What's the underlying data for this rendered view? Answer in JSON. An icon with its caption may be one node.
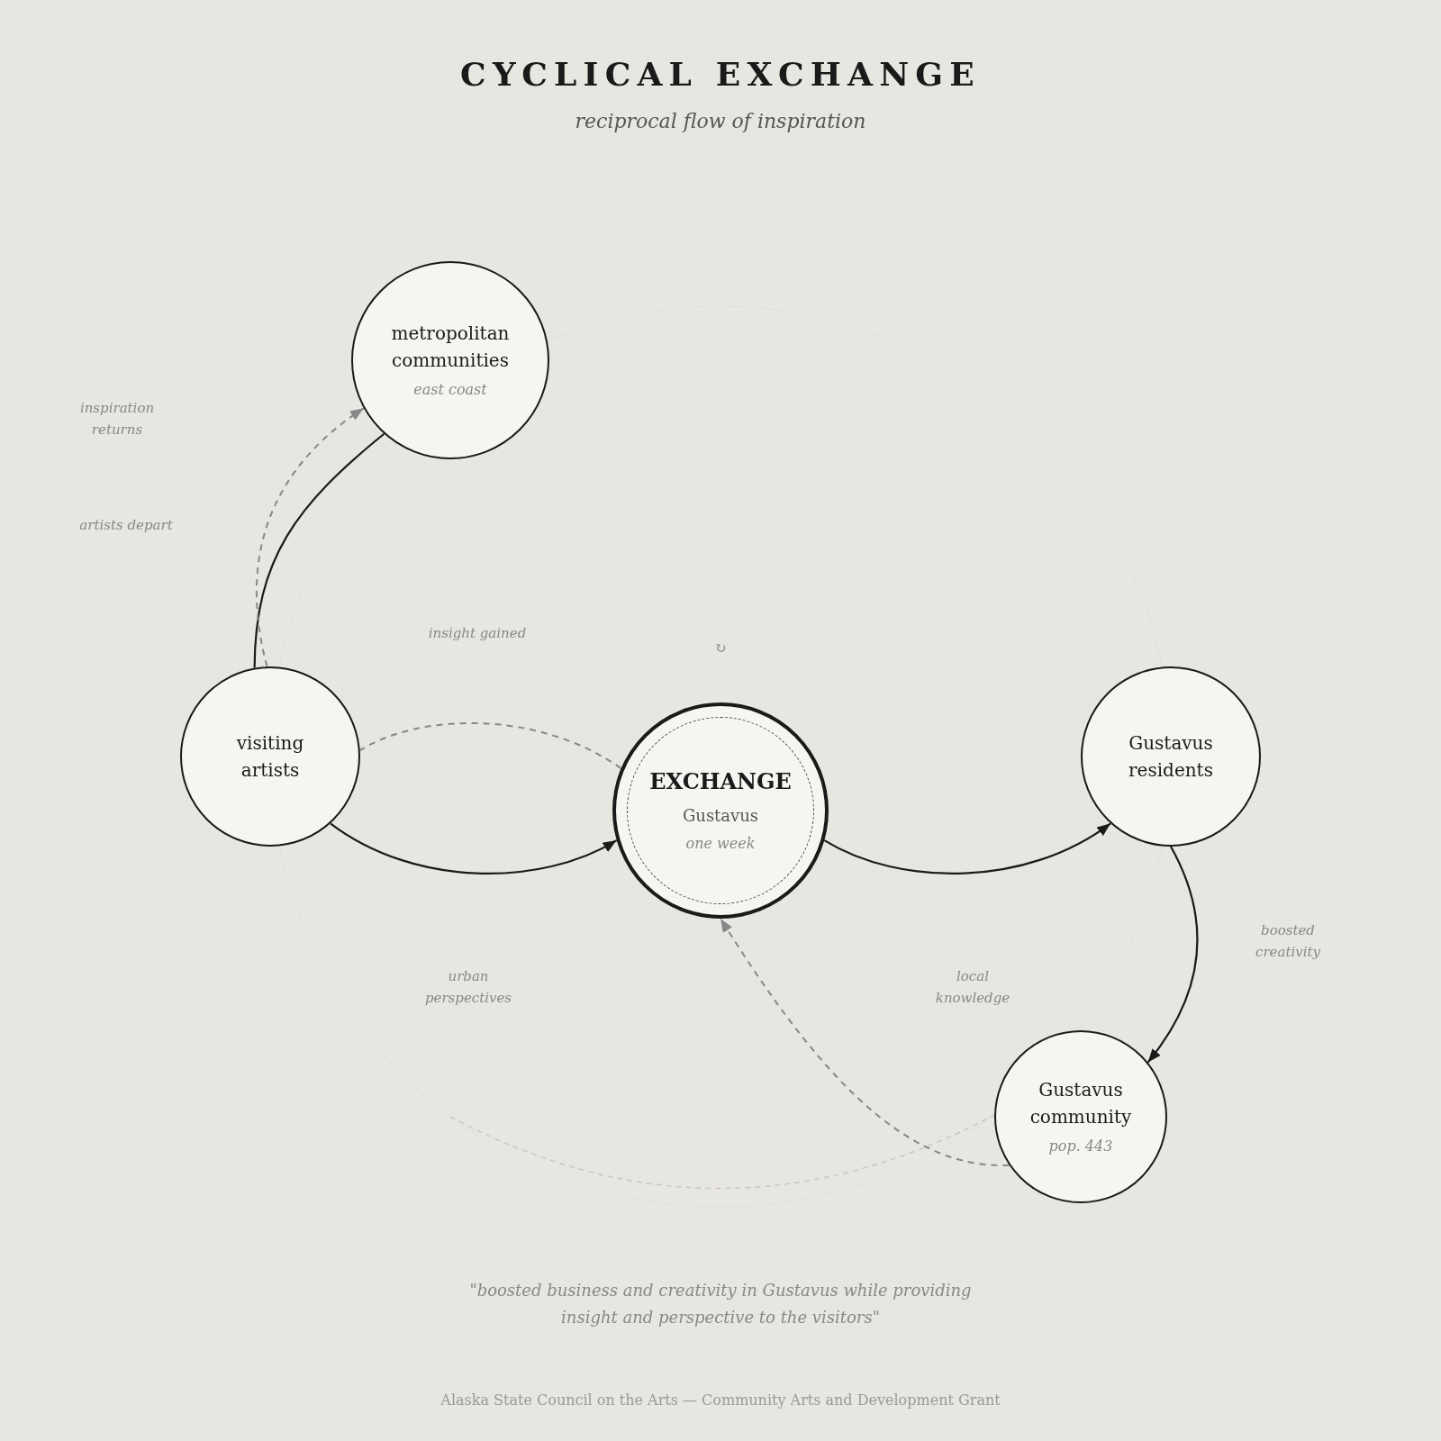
{
  "diagram": {
    "title": "CYCLICAL EXCHANGE",
    "nodes": [
      {
        "text": [
          "metropolitan communities",
          "east coast"
        ]
      },
      {
        "text": [
          "visiting artists"
        ]
      },
      {
        "text": [
          "EXCHANGE",
          "Gustavus",
          "one week"
        ]
      },
      {
        "text": [
          "Gustavus residents"
        ]
      },
      {
        "text": [
          "Gustavus community",
          "pop. 443"
        ]
      }
    ],
    "edges": [
      {
        "from": 1,
        "to": 0,
        "arrow": "none"
      },
      {
        "from": 1,
        "to": 0,
        "arrow": "to",
        "style": "dashed",
        "color": "#888888"
      },
      {
        "from": 1,
        "to": 2,
        "arrow": "to"
      },
      {
        "from": 2,
        "to": 1,
        "arrow": "none",
        "style": "dashed",
        "color": "#888888"
      },
      {
        "from": 2,
        "to": 3,
        "arrow": "to"
      },
      {
        "from": 3,
        "to": 4,
        "arrow": "to"
      },
      {
        "from": 4,
        "to": 2,
        "arrow": "to",
        "style": "dashed",
        "color": "#888888"
      }
    ],
    "labels": [
      "reciprocal flow of inspiration",
      "inspiration returns",
      "artists depart",
      "insight gained",
      "↻",
      "boosted creativity",
      "urban perspectives",
      "local knowledge",
      "\"boosted business and creativity in Gustavus while providing insight and perspective to the visitors\"",
      "Alaska State Council on the Arts — Community Arts and Development Grant"
    ]
  }
}
